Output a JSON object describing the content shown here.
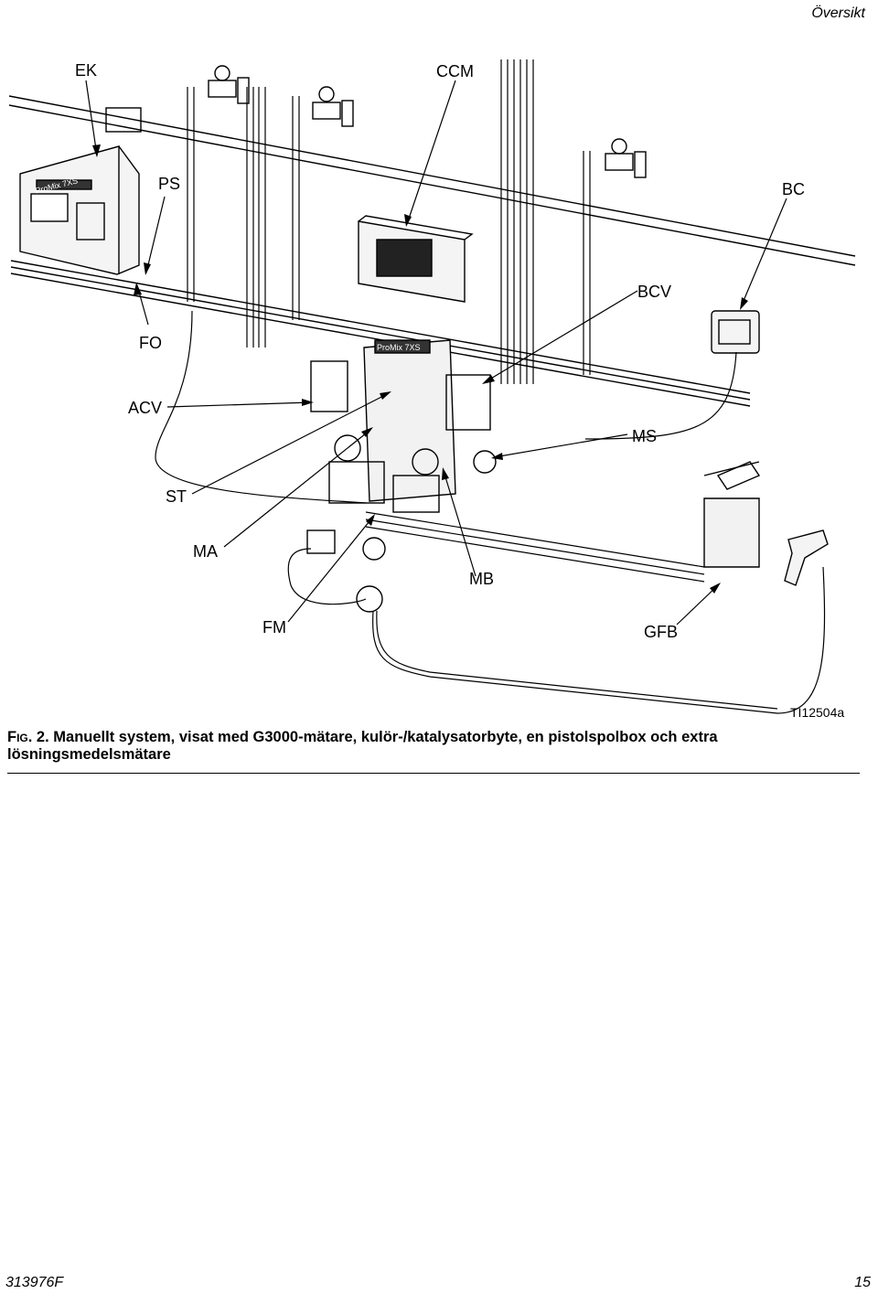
{
  "header": {
    "section": "Översikt"
  },
  "figure": {
    "labels": {
      "ek": "EK",
      "ccm": "CCM",
      "ps": "PS",
      "bc": "BC",
      "bcv": "BCV",
      "fo": "FO",
      "acv": "ACV",
      "ms": "MS",
      "st": "ST",
      "ma": "MA",
      "mb": "MB",
      "fm": "FM",
      "gfb": "GFB"
    },
    "controller_brand": "ProMix 7XS",
    "manifold_brand": "ProMix 7XS",
    "figure_id": "TI12504a"
  },
  "caption": {
    "prefix_f": "F",
    "prefix_ig": "IG",
    "number": ". 2.",
    "text": " Manuellt system, visat med G3000-mätare, kulör-/katalysatorbyte, en pistolspolbox och extra lösningsmedelsmätare"
  },
  "footer": {
    "doc_number": "313976F",
    "page_number": "15"
  }
}
